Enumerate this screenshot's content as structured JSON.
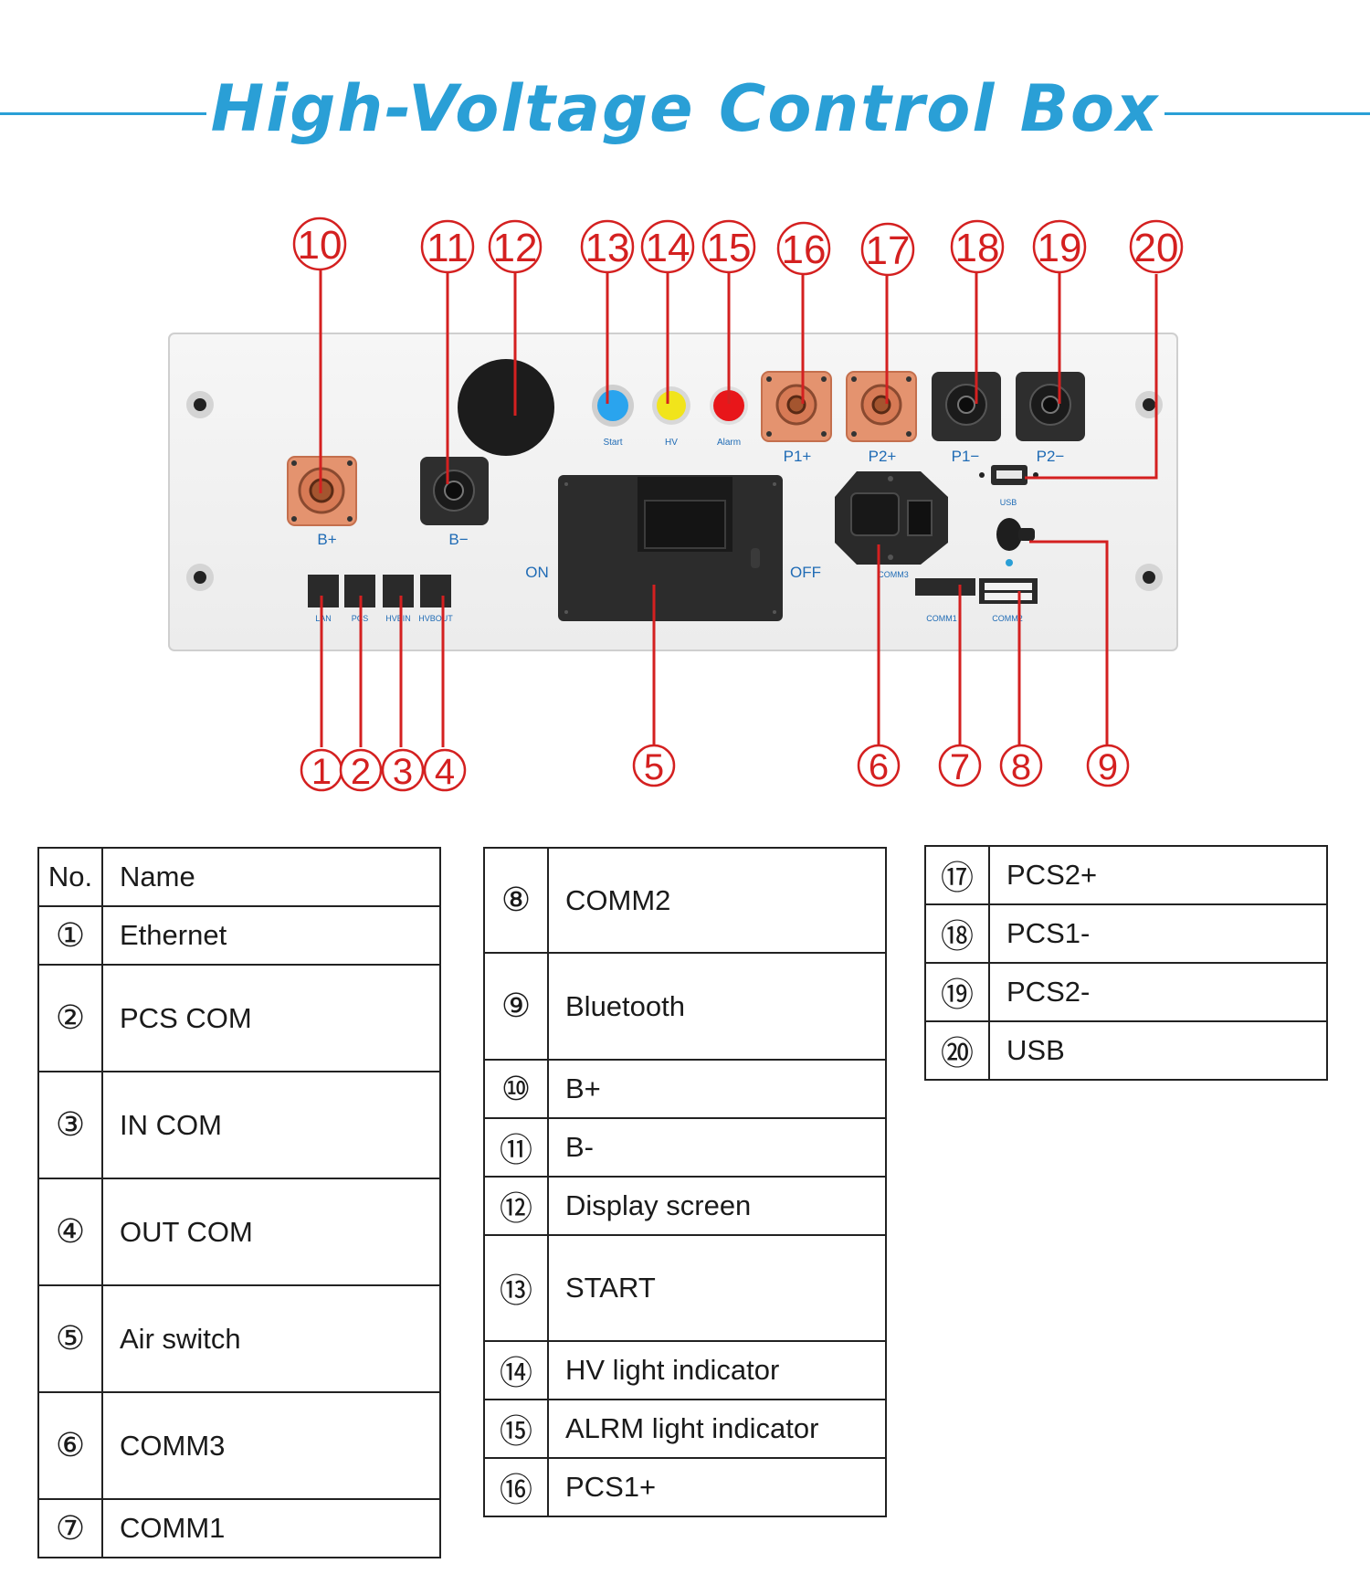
{
  "title": "High-Voltage Control Box",
  "colors": {
    "accent": "#2a9fd6",
    "callout": "#d42020",
    "terminal_orange": "#e4936f",
    "terminal_black": "#2e2e2e",
    "start_button": "#2aa4ee",
    "hv_indicator": "#f1e41b",
    "alarm_indicator": "#e8161a"
  },
  "panel_labels": {
    "bplus": "B+",
    "bminus": "B−",
    "on": "ON",
    "off": "OFF",
    "start": "Start",
    "hv": "HV",
    "alarm": "Alarm",
    "p1plus": "P1+",
    "p2plus": "P2+",
    "p1minus": "P1−",
    "p2minus": "P2−",
    "usb": "USB",
    "comm3": "COMM3",
    "comm1": "COMM1",
    "comm2": "COMM2",
    "lan": "LAN",
    "pcs": "PCS",
    "hvbin": "HVBIN",
    "hvbout": "HVBOUT"
  },
  "callouts": [
    "1",
    "2",
    "3",
    "4",
    "5",
    "6",
    "7",
    "8",
    "9",
    "10",
    "11",
    "12",
    "13",
    "14",
    "15",
    "16",
    "17",
    "18",
    "19",
    "20"
  ],
  "table_header": {
    "no": "No.",
    "name": "Name"
  },
  "table1": [
    {
      "no": "①",
      "name": "Ethernet"
    },
    {
      "no": "②",
      "name": "PCS COM"
    },
    {
      "no": "③",
      "name": "IN COM"
    },
    {
      "no": "④",
      "name": "OUT COM"
    },
    {
      "no": "⑤",
      "name": "Air switch"
    },
    {
      "no": "⑥",
      "name": "COMM3"
    },
    {
      "no": "⑦",
      "name": "COMM1"
    }
  ],
  "table2": [
    {
      "no": "⑧",
      "name": "COMM2"
    },
    {
      "no": "⑨",
      "name": "Bluetooth"
    },
    {
      "no": "⑩",
      "name": "B+"
    },
    {
      "no": "⑪",
      "name": "B-"
    },
    {
      "no": "⑫",
      "name": "Display screen"
    },
    {
      "no": "⑬",
      "name": "START"
    },
    {
      "no": "⑭",
      "name": "HV light indicator"
    },
    {
      "no": "⑮",
      "name": "ALRM light indicator"
    },
    {
      "no": "⑯",
      "name": "PCS1+"
    }
  ],
  "table3": [
    {
      "no": "⑰",
      "name": "PCS2+"
    },
    {
      "no": "⑱",
      "name": "PCS1-"
    },
    {
      "no": "⑲",
      "name": "PCS2-"
    },
    {
      "no": "⑳",
      "name": "USB"
    }
  ]
}
